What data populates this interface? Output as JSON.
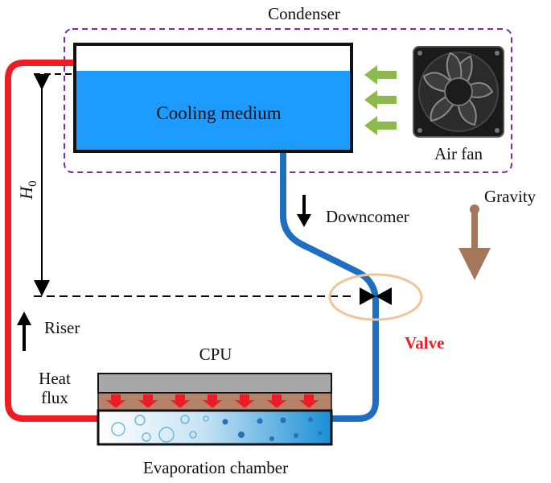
{
  "labels": {
    "condenser": "Condenser",
    "cooling_medium": "Cooling medium",
    "air_fan": "Air fan",
    "h0_main": "H",
    "h0_sub": "0",
    "downcomer": "Downcomer",
    "gravity": "Gravity",
    "riser": "Riser",
    "valve": "Valve",
    "cpu": "CPU",
    "heat_flux_line1": "Heat",
    "heat_flux_line2": "flux",
    "evaporation_chamber": "Evaporation chamber"
  },
  "colors": {
    "riser_pipe": "#ee1c24",
    "downcomer_pipe": "#1f6fc1",
    "cooling_medium": "#1e9bff",
    "condenser_border": "#7b2fa0",
    "air_arrows": "#8cb94b",
    "gravity_arrow": "#a5765a",
    "valve_ring": "#f0c497",
    "heat_arrows": "#ee1c24",
    "valve_text": "#ee1c24",
    "cpu_plate": "#a8a8a8",
    "heat_layer": "#b7826a"
  },
  "icons": {
    "fan": "fan-icon",
    "valve": "valve-icon"
  }
}
